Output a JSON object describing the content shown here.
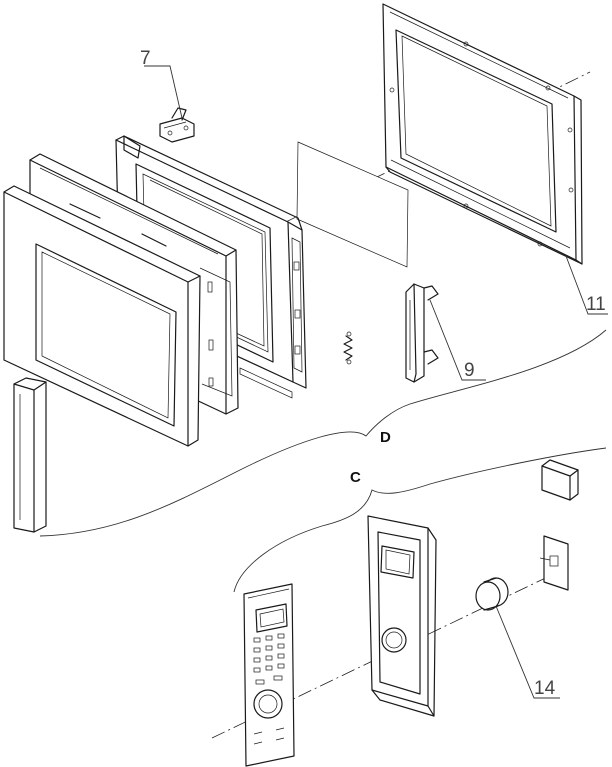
{
  "callouts": {
    "p7": "7",
    "p9": "9",
    "p11": "11",
    "p14": "14"
  },
  "groups": {
    "d": "D",
    "c": "C"
  }
}
